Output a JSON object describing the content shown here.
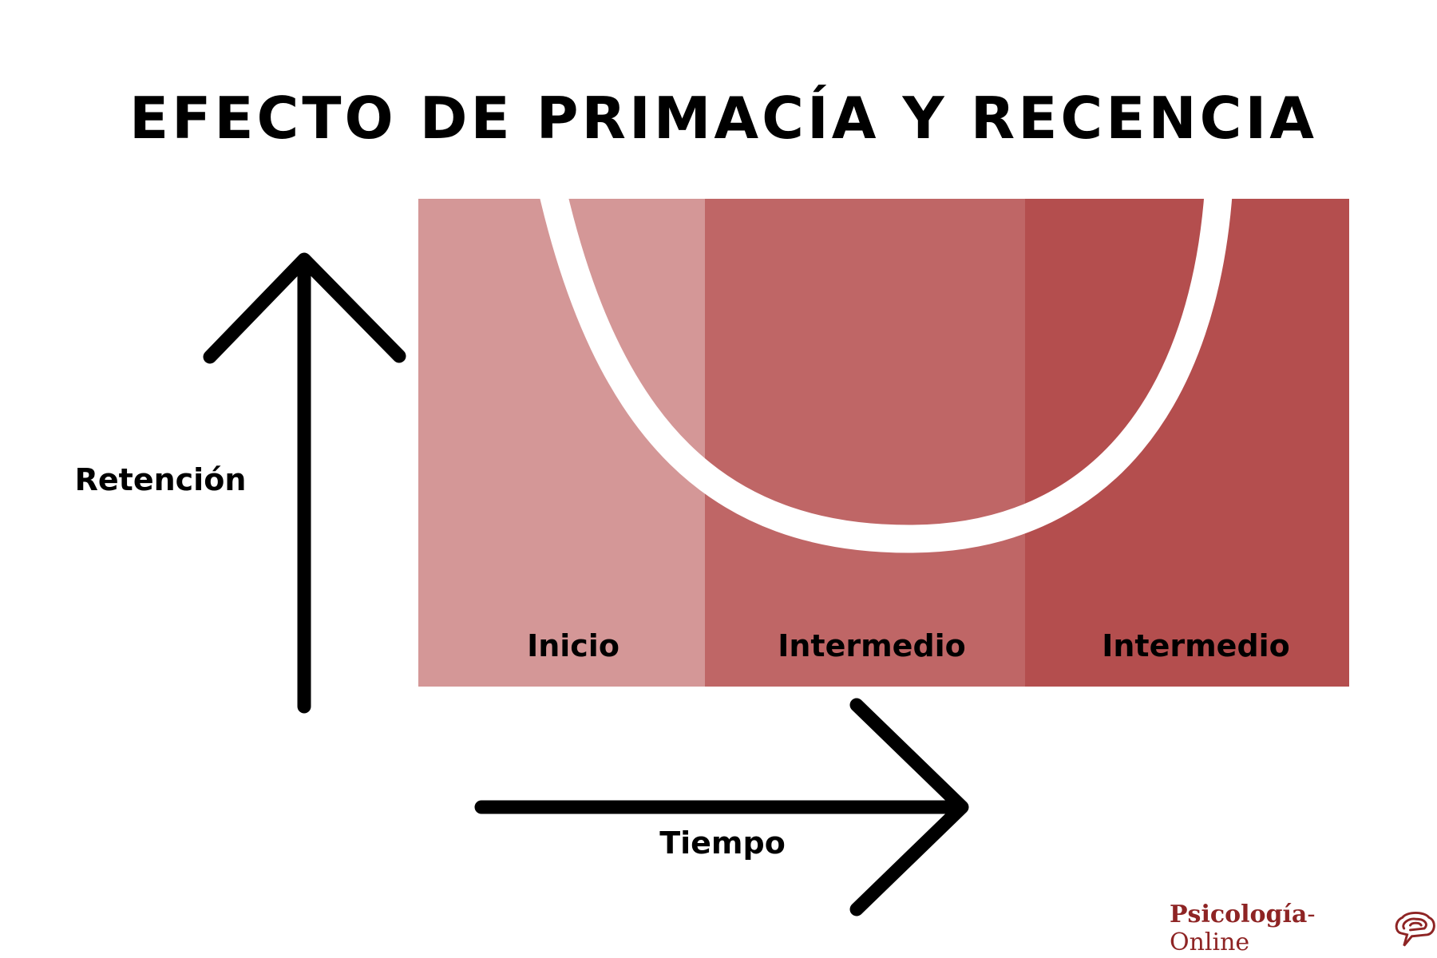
{
  "title": "EFECTO DE PRIMACÍA Y RECENCIA",
  "axes": {
    "y_label": "Retención",
    "x_label": "Tiempo"
  },
  "regions": [
    {
      "label": "Inicio",
      "color": "#d49797"
    },
    {
      "label": "Intermedio",
      "color": "#bf6666"
    },
    {
      "label": "Intermedio",
      "color": "#b44e4e"
    }
  ],
  "curve_color": "#ffffff",
  "logo": {
    "text_bold": "Psicología",
    "text_rest": "-Online",
    "icon": "brain-speech-bubble-icon",
    "color": "#8e2424"
  }
}
